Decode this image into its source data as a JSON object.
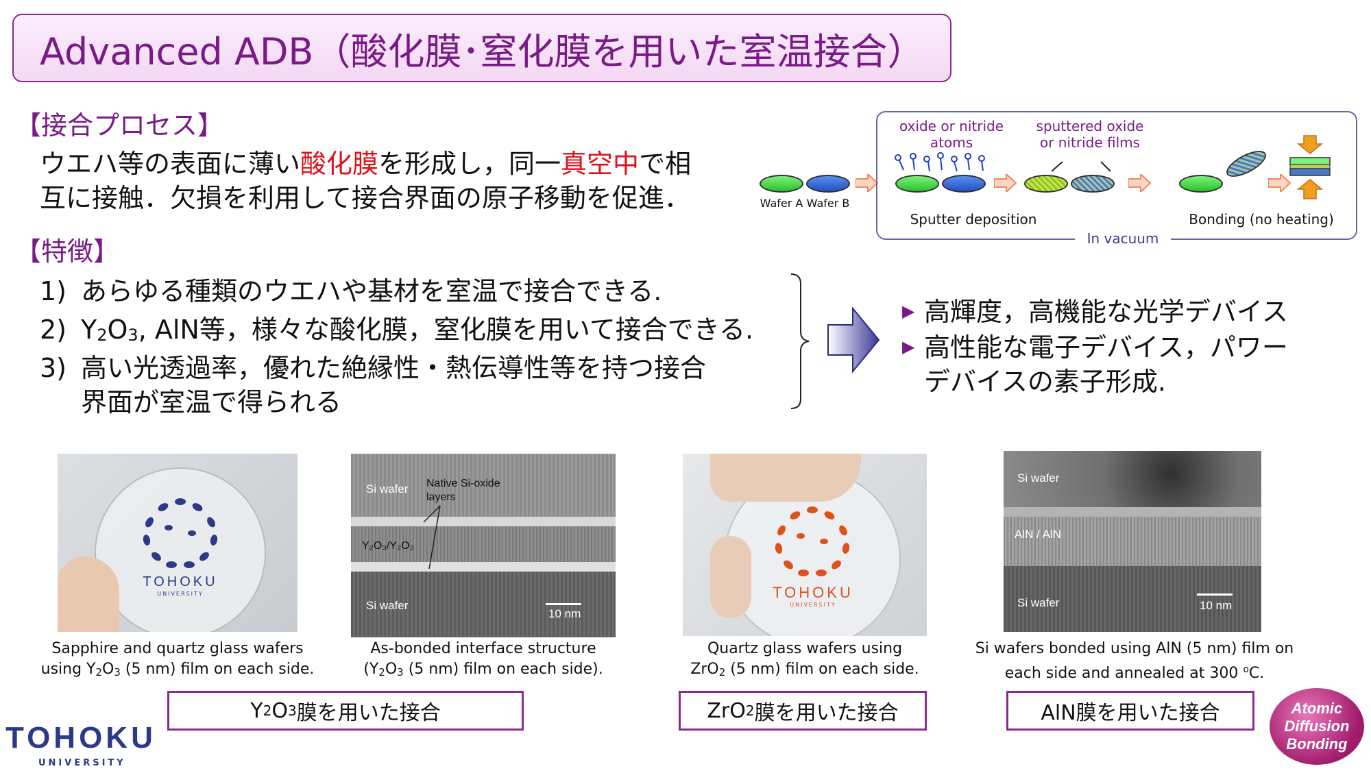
{
  "title": "Advanced ADB（酸化膜･窒化膜を用いた室温接合）",
  "process": {
    "heading": "【接合プロセス】",
    "line1_a": "ウエハ等の表面に薄い",
    "line1_red1": "酸化膜",
    "line1_b": "を形成し，同一",
    "line1_red2": "真空中",
    "line1_c": "で相",
    "line2": "互に接触．欠損を利用して接合界面の原子移動を促進．"
  },
  "diagram": {
    "wafer_a": "Wafer A",
    "wafer_b": "Wafer B",
    "atoms_label_1": "oxide or nitride",
    "atoms_label_2": "atoms",
    "films_label_1": "sputtered oxide",
    "films_label_2": "or nitride films",
    "sputter": "Sputter deposition",
    "bonding": "Bonding (no heating)",
    "vacuum": "In vacuum",
    "colors": {
      "wafer_a": "#2cc02c",
      "wafer_b": "#2350c0",
      "arrow": "#f08a5a",
      "press": "#f0a020"
    }
  },
  "features": {
    "heading": "【特徴】",
    "item1_num": "1)",
    "item1": "あらゆる種類のウエハや基材を室温で接合できる.",
    "item2_num": "2)",
    "item2_a": "Y",
    "item2_sub1": "2",
    "item2_b": "O",
    "item2_sub2": "3",
    "item2_c": ", AlN等，様々な酸化膜，窒化膜を用いて接合できる.",
    "item3_num": "3)",
    "item3_line1": "高い光透過率，優れた絶縁性・熱伝導性等を持つ接合",
    "item3_line2": "界面が室温で得られる"
  },
  "applications": {
    "b1": "高輝度，高機能な光学デバイス",
    "b2_line1": "高性能な電子デバイス，パワー",
    "b2_line2": "デバイスの素子形成."
  },
  "photos": {
    "p1_logo": "TOHOKU",
    "p1_logo_sub": "UNIVERSITY",
    "p2_si_top": "Si wafer",
    "p2_native_1": "Native Si-oxide",
    "p2_native_2": "layers",
    "p2_interface": "Y₂O₃/Y₂O₃",
    "p2_si_bottom": "Si wafer",
    "p2_scale": "10 nm",
    "p3_logo": "TOHOKU",
    "p3_logo_sub": "UNIVERSITY",
    "p4_si_top": "Si wafer",
    "p4_interface": "AlN / AlN",
    "p4_si_bottom": "Si wafer",
    "p4_scale": "10 nm"
  },
  "captions": {
    "c1_line1": "Sapphire and quartz glass wafers",
    "c1_line2_a": "using Y",
    "c1_line2_sub1": "2",
    "c1_line2_b": "O",
    "c1_line2_sub2": "3",
    "c1_line2_c": " (5 nm) film on each side.",
    "c2_line1": "As-bonded interface structure",
    "c2_line2_a": "(Y",
    "c2_line2_sub1": "2",
    "c2_line2_b": "O",
    "c2_line2_sub2": "3",
    "c2_line2_c": " (5 nm) film on each side).",
    "c3_line1": "Quartz glass wafers using",
    "c3_line2_a": "ZrO",
    "c3_line2_sub": "2",
    "c3_line2_b": " (5 nm) film on each side.",
    "c4_line1": "Si wafers bonded using AlN (5 nm) film on",
    "c4_line2_a": "each side and annealed at 300 ",
    "c4_line2_sup": "o",
    "c4_line2_b": "C."
  },
  "labels": {
    "y2o3_a": "Y",
    "y2o3_sub1": "2",
    "y2o3_b": "O",
    "y2o3_sub2": "3",
    "y2o3_c": "膜を用いた接合",
    "zro2_a": "ZrO",
    "zro2_sub": "2",
    "zro2_b": "膜を用いた接合",
    "aln": "AlN膜を用いた接合"
  },
  "footer": {
    "logo": "TOHOKU",
    "logo_sub": "UNIVERSITY",
    "adb_1": "Atomic",
    "adb_2": "Diffusion",
    "adb_3": "Bonding"
  },
  "theme": {
    "accent": "#7a1a88",
    "red": "#e0101b"
  }
}
